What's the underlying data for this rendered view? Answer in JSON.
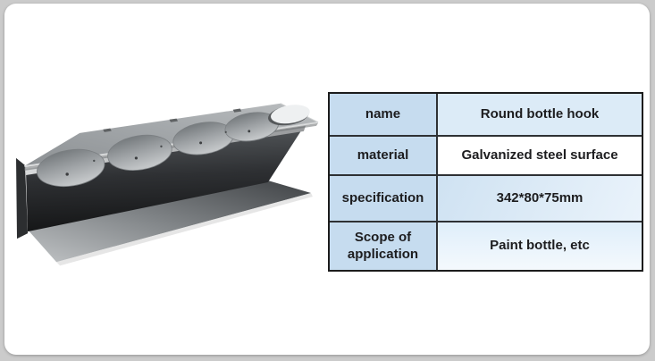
{
  "table": {
    "rows": [
      {
        "label": "name",
        "value": "Round bottle hook"
      },
      {
        "label": "material",
        "value": "Galvanized steel surface"
      },
      {
        "label": "specification",
        "value": "342*80*75mm"
      },
      {
        "label": "Scope of application",
        "value": "Paint bottle, etc"
      }
    ]
  },
  "colors": {
    "page_background": "#cbcbcb",
    "card_background": "#ffffff",
    "table_border": "#1c1c1c",
    "label_cell_bg": "#c6dcef",
    "value_row1_bg": "#dcebf7",
    "value_row2_bg": "#ffffff",
    "value_row3_bg": "#cfe2f2",
    "value_row4_bg": "#dfeefa",
    "text": "#1d1d1f"
  }
}
